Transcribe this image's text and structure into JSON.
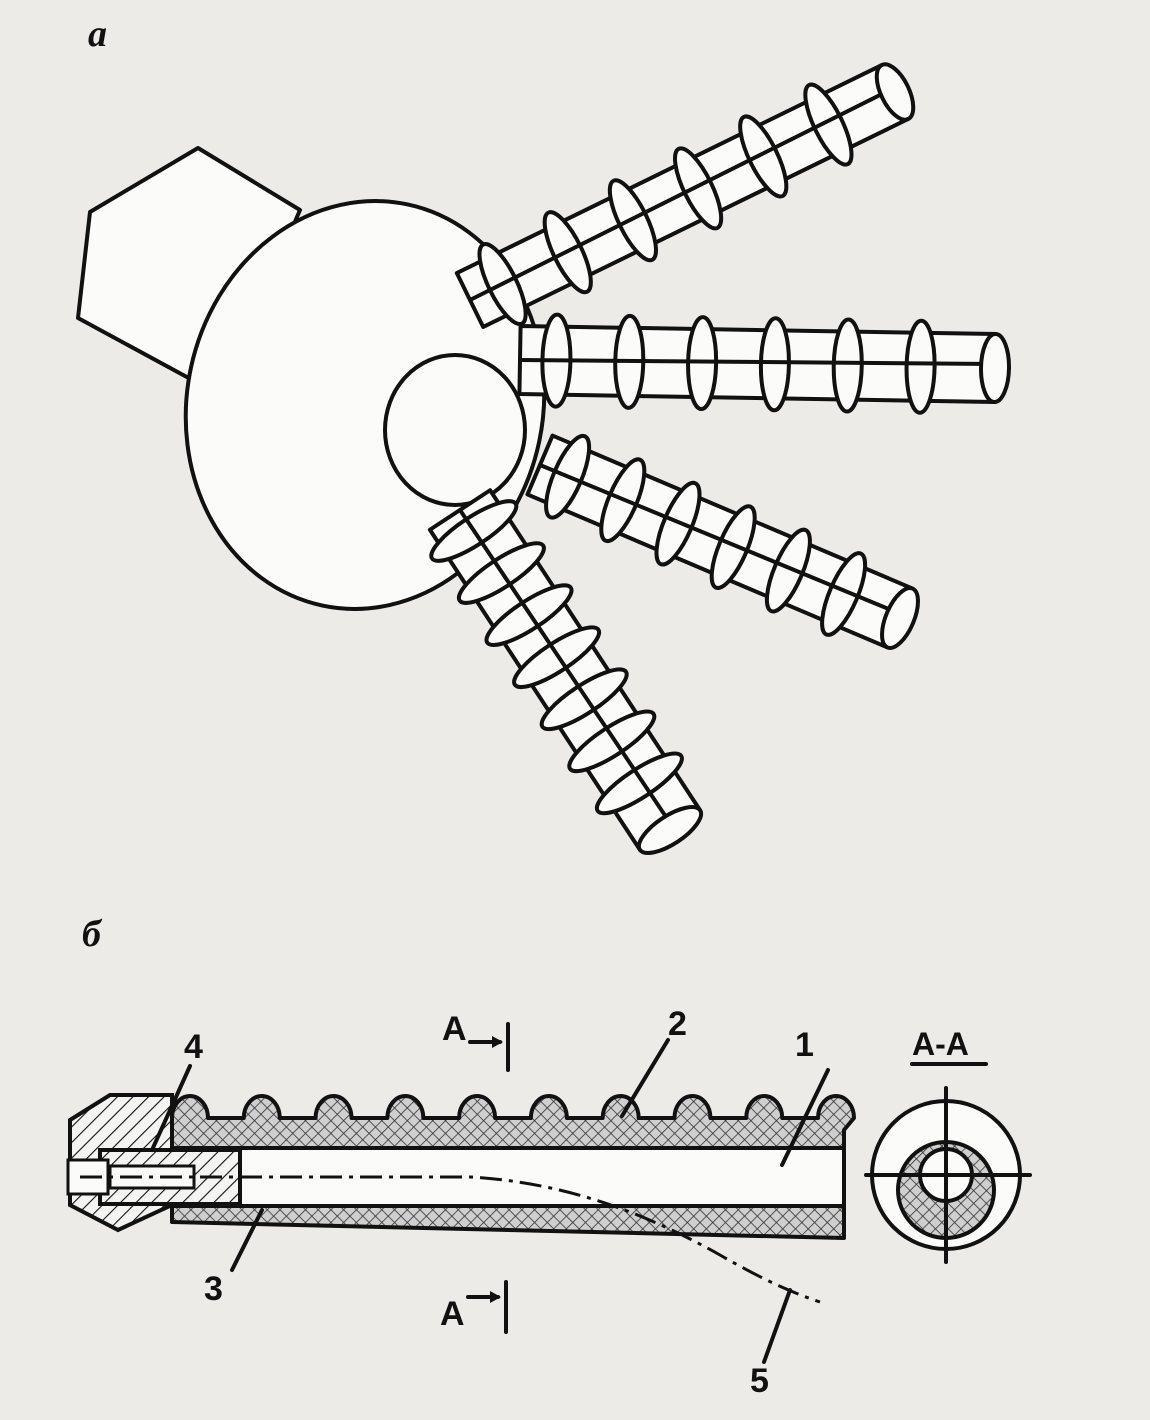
{
  "panel_a": {
    "label": "а"
  },
  "panel_b": {
    "label": "б",
    "part_numbers": {
      "p1": "1",
      "p2": "2",
      "p3": "3",
      "p4": "4",
      "p5": "5"
    },
    "section_top_label": "A",
    "section_bottom_label": "A",
    "section_view_title": "A-A"
  }
}
